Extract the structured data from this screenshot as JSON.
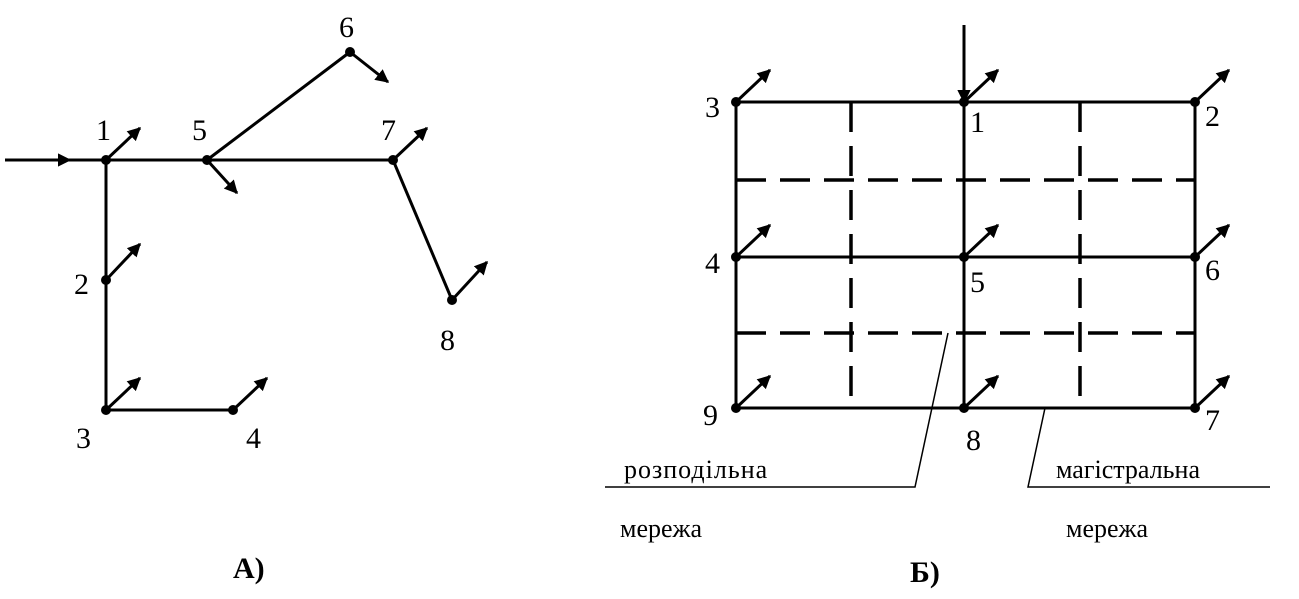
{
  "diagram_a": {
    "caption": "А)",
    "nodes": [
      "1",
      "2",
      "3",
      "4",
      "5",
      "6",
      "7",
      "8"
    ]
  },
  "diagram_b": {
    "caption": "Б)",
    "nodes": [
      "1",
      "2",
      "3",
      "4",
      "5",
      "6",
      "7",
      "8",
      "9"
    ],
    "label_distribution": [
      "розподільна",
      "мережа"
    ],
    "label_main": [
      "магістральна",
      "мережа"
    ]
  }
}
